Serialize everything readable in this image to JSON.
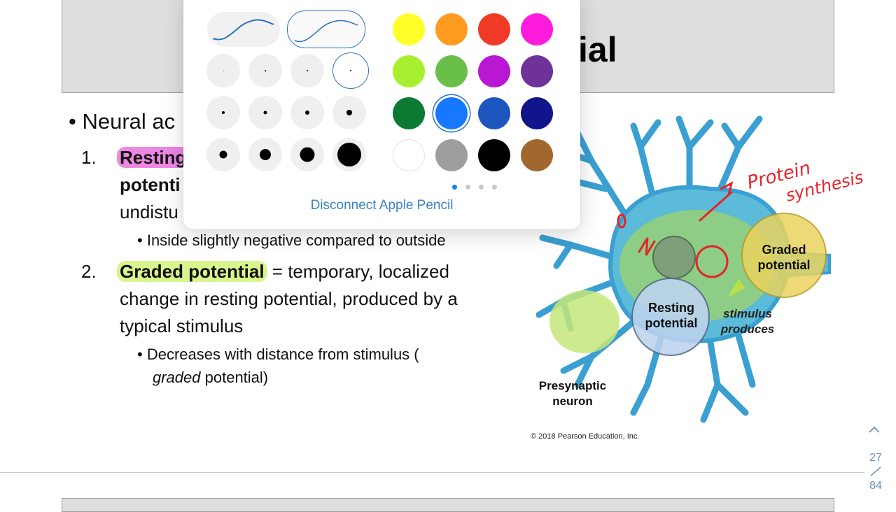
{
  "slide": {
    "title_visible": "ial",
    "main_bullet": "Neural ac",
    "items": [
      {
        "number": "1.",
        "term": "Resting",
        "line2": "potenti",
        "line3": "undistu",
        "sub": "Inside slightly negative compared to outside"
      },
      {
        "number": "2.",
        "term": "Graded potential",
        "line1_rest": " = temporary, localized",
        "line2": "change in resting potential, produced by a",
        "line3": "typical stimulus",
        "sub_line1": "Decreases with distance from stimulus (",
        "sub_line2_italic": "graded",
        "sub_line2_rest": " potential)"
      }
    ]
  },
  "figure": {
    "label_graded": [
      "Graded",
      "potential"
    ],
    "label_resting": [
      "Resting",
      "potential"
    ],
    "label_stimulus": [
      "stimulus",
      "produces"
    ],
    "label_presynaptic": [
      "Presynaptic",
      "neuron"
    ],
    "copyright": "© 2018 Pearson Education, Inc.",
    "handwriting": [
      "Protein",
      "synthesis"
    ]
  },
  "navigation": {
    "current_page": "27",
    "total_pages": "84",
    "up_icon": "chevron-up-icon"
  },
  "pencil_popover": {
    "stroke_styles": [
      "smooth-stroke-thin",
      "smooth-stroke-selected"
    ],
    "colors": [
      "#ffff2a",
      "#ff9b1f",
      "#f03a25",
      "#ff1bdb",
      "#a8f02f",
      "#6abf4b",
      "#b818d1",
      "#6f3299",
      "#0b7a33",
      "#1677ff",
      "#1e56c0",
      "#11148a",
      "#ffffff",
      "#9e9e9e",
      "#000000",
      "#a2672e"
    ],
    "selected_color": "#1677ff",
    "page_dots": 4,
    "active_page": 0,
    "disconnect_label": "Disconnect Apple Pencil"
  }
}
